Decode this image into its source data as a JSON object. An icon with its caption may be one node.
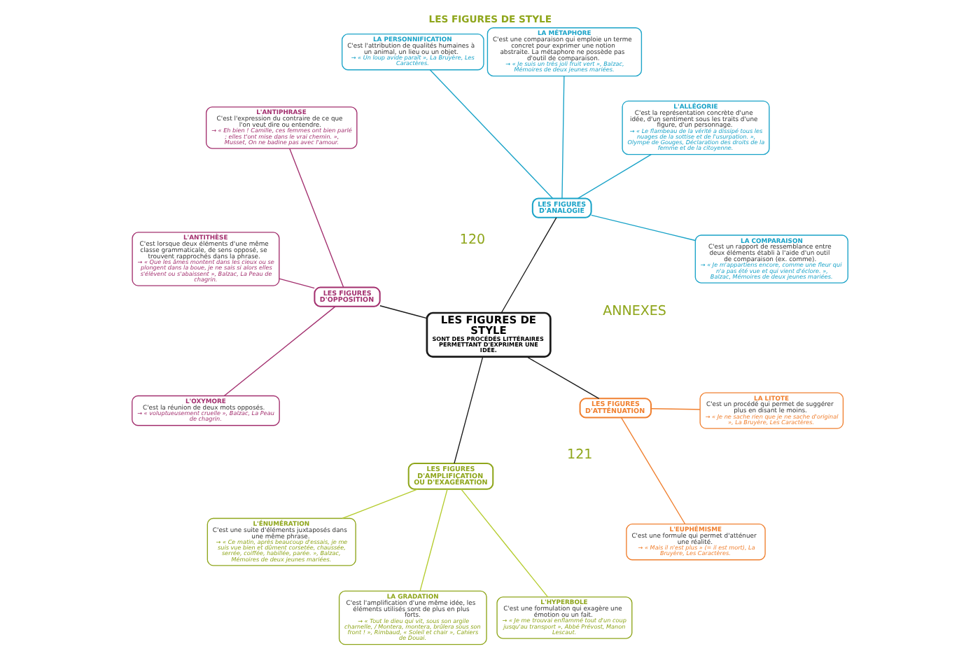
{
  "diagram": {
    "title": "LES FIGURES DE STYLE",
    "nodes": [
      {
        "text": [
          "LES FIGURES DE STYLE",
          "SONT DES PROCÉDÉS LITTÉRAIRES PERMETTANT D'EXPRIMER UNE IDÉE."
        ]
      },
      {
        "text": [
          "LES FIGURES D'ANALOGIE"
        ]
      },
      {
        "text": [
          "LA COMPARAISON",
          "C'est un rapport de ressemblance entre deux éléments établi à l'aide d'un outil de comparaison (ex. comme).",
          "→ « Je m'appartiens encore, comme une fleur qui n'a pas été vue et qui vient d'éclore. », Balzac, Mémoires de deux jeunes mariées."
        ]
      },
      {
        "text": [
          "L'ALLÉGORIE",
          "C'est la représentation concrète d'une idée, d'un sentiment sous les traits d'une figure, d'un personnage.",
          "→ « Le flambeau de la vérité a dissipé tous les nuages de la sottise et de l'usurpation. », Olympe de Gouges, Déclaration des droits de la femme et de la citoyenne."
        ]
      },
      {
        "text": [
          "LA MÉTAPHORE",
          "C'est une comparaison qui emploie un terme concret pour exprimer une notion abstraite. La métaphore ne possède pas d'outil de comparaison.",
          "→ « Je suis un très joli fruit vert », Balzac, Mémoires de deux jeunes mariées."
        ]
      },
      {
        "text": [
          "LA PERSONNIFICATION",
          "C'est l'attribution de qualités humaines à un animal, un lieu ou un objet.",
          "→ « Un loup avide paraît », La Bruyère, Les Caractères."
        ]
      },
      {
        "text": [
          "LES FIGURES D'OPPOSITION"
        ]
      },
      {
        "text": [
          "L'ANTIPHRASE",
          "C'est l'expression du contraire de ce que l'on veut dire ou entendre.",
          "→ « Eh bien ! Camille, ces femmes ont bien parlé ; elles t'ont mise dans le vrai chemin. », Musset, On ne badine pas avec l'amour."
        ]
      },
      {
        "text": [
          "L'ANTITHÈSE",
          "C'est lorsque deux éléments d'une même classe grammaticale, de sens opposé, se trouvent rapprochés dans la phrase.",
          "→ « Que les âmes montent dans les cieux ou se plongent dans la boue, je ne sais si alors elles s'élèvent ou s'abaissent », Balzac, La Peau de chagrin."
        ]
      },
      {
        "text": [
          "L'OXYMORE",
          "C'est la réunion de deux mots opposés.",
          "→ « voluptueusement cruelle », Balzac, La Peau de chagrin."
        ]
      },
      {
        "text": [
          "LES FIGURES D'AMPLIFICATION OU D'EXAGÉRATION"
        ]
      },
      {
        "text": [
          "L'ÉNUMÉRATION",
          "C'est une suite d'éléments juxtaposés dans une même phrase.",
          "→ « Ce matin, après beaucoup d'essais, je me suis vue bien et dûment corsetée, chaussée, serrée, coiffée, habillée, parée. », Balzac, Mémoires de deux jeunes mariées."
        ]
      },
      {
        "text": [
          "LA GRADATION",
          "C'est l'amplification d'une même idée, les éléments utilisés sont de plus en plus forts.",
          "→ « Tout le dieu qui vit, sous son argile charnelle, / Montera, montera, brûlera sous son front ! », Rimbaud, « Soleil et chair », Cahiers de Douai."
        ]
      },
      {
        "text": [
          "L'HYPERBOLE",
          "C'est une formulation qui exagère une émotion ou un fait.",
          "→ « Je me trouvai enflammé tout d'un coup jusqu'au transport », Abbé Prévost, Manon Lescaut."
        ]
      },
      {
        "text": [
          "LES FIGURES D'ATTÉNUATION"
        ]
      },
      {
        "text": [
          "L'EUPHÉMISME",
          "C'est une formule qui permet d'atténuer une réalité.",
          "→ « Mais il n'est plus » (= il est mort), La Bruyère, Les Caractères."
        ]
      },
      {
        "text": [
          "LA LITOTE",
          "C'est un procédé qui permet de suggérer plus en disant le moins.",
          "→ « Je ne sache rien que je ne sache d'original », La Bruyère, Les Caractères."
        ]
      }
    ],
    "edges": [
      {
        "from": 0,
        "to": 1,
        "arrow": "none",
        "color": "#1a1a1a"
      },
      {
        "from": 0,
        "to": 6,
        "arrow": "none",
        "color": "#1a1a1a"
      },
      {
        "from": 0,
        "to": 10,
        "arrow": "none",
        "color": "#1a1a1a"
      },
      {
        "from": 0,
        "to": 14,
        "arrow": "none",
        "color": "#1a1a1a"
      },
      {
        "from": 1,
        "to": 2,
        "arrow": "none",
        "color": "#1aa3c8"
      },
      {
        "from": 1,
        "to": 3,
        "arrow": "none",
        "color": "#1aa3c8"
      },
      {
        "from": 1,
        "to": 4,
        "arrow": "none",
        "color": "#1aa3c8"
      },
      {
        "from": 1,
        "to": 5,
        "arrow": "none",
        "color": "#1aa3c8"
      },
      {
        "from": 6,
        "to": 7,
        "arrow": "none",
        "color": "#a3306f"
      },
      {
        "from": 6,
        "to": 8,
        "arrow": "none",
        "color": "#a3306f"
      },
      {
        "from": 6,
        "to": 9,
        "arrow": "none",
        "color": "#a3306f"
      },
      {
        "from": 10,
        "to": 11,
        "arrow": "none",
        "color": "#b5cc2e"
      },
      {
        "from": 10,
        "to": 12,
        "arrow": "none",
        "color": "#b5cc2e"
      },
      {
        "from": 10,
        "to": 13,
        "arrow": "none",
        "color": "#b5cc2e"
      },
      {
        "from": 14,
        "to": 15,
        "arrow": "none",
        "color": "#f08030"
      },
      {
        "from": 14,
        "to": 16,
        "arrow": "none",
        "color": "#f08030"
      }
    ],
    "labels": [
      "ANNEXES",
      "120",
      "121"
    ]
  }
}
